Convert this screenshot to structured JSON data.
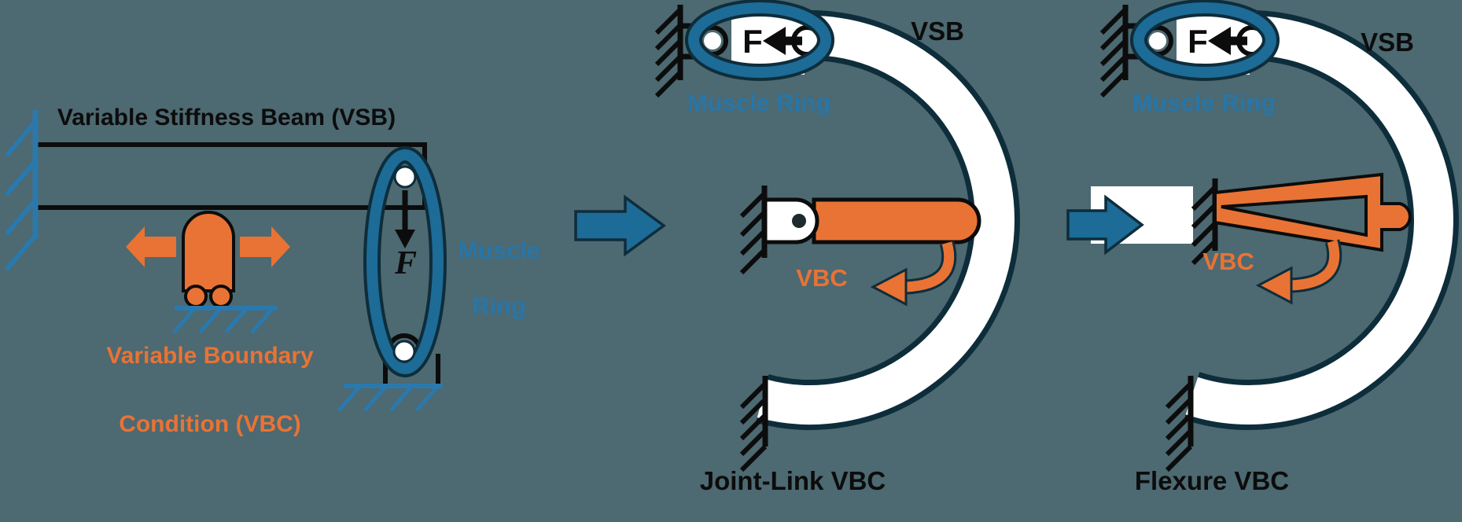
{
  "colors": {
    "bg": "#4d6971",
    "orange": "#e97334",
    "blue": "#1d6b97",
    "navy": "#0e2d3b",
    "hatch-blue": "#2a79ae",
    "text-blue": "#2776a8",
    "ink": "#0c0c0c"
  },
  "left_panel": {
    "title": "Variable Stiffness Beam (VSB)",
    "vbc_label": [
      "Variable Boundary",
      "Condition (VBC)"
    ],
    "muscle_ring_label": [
      "Muscle",
      "Ring"
    ],
    "force_label": "F"
  },
  "middle_panel": {
    "vsb_label": "VSB",
    "muscle_ring_label": "Muscle Ring",
    "force_label": "F",
    "vbc_label": "VBC",
    "caption": "Joint-Link VBC"
  },
  "right_panel": {
    "vsb_label": "VSB",
    "muscle_ring_label": "Muscle Ring",
    "force_label": "F",
    "vbc_label": "VBC",
    "caption": "Flexure VBC"
  }
}
